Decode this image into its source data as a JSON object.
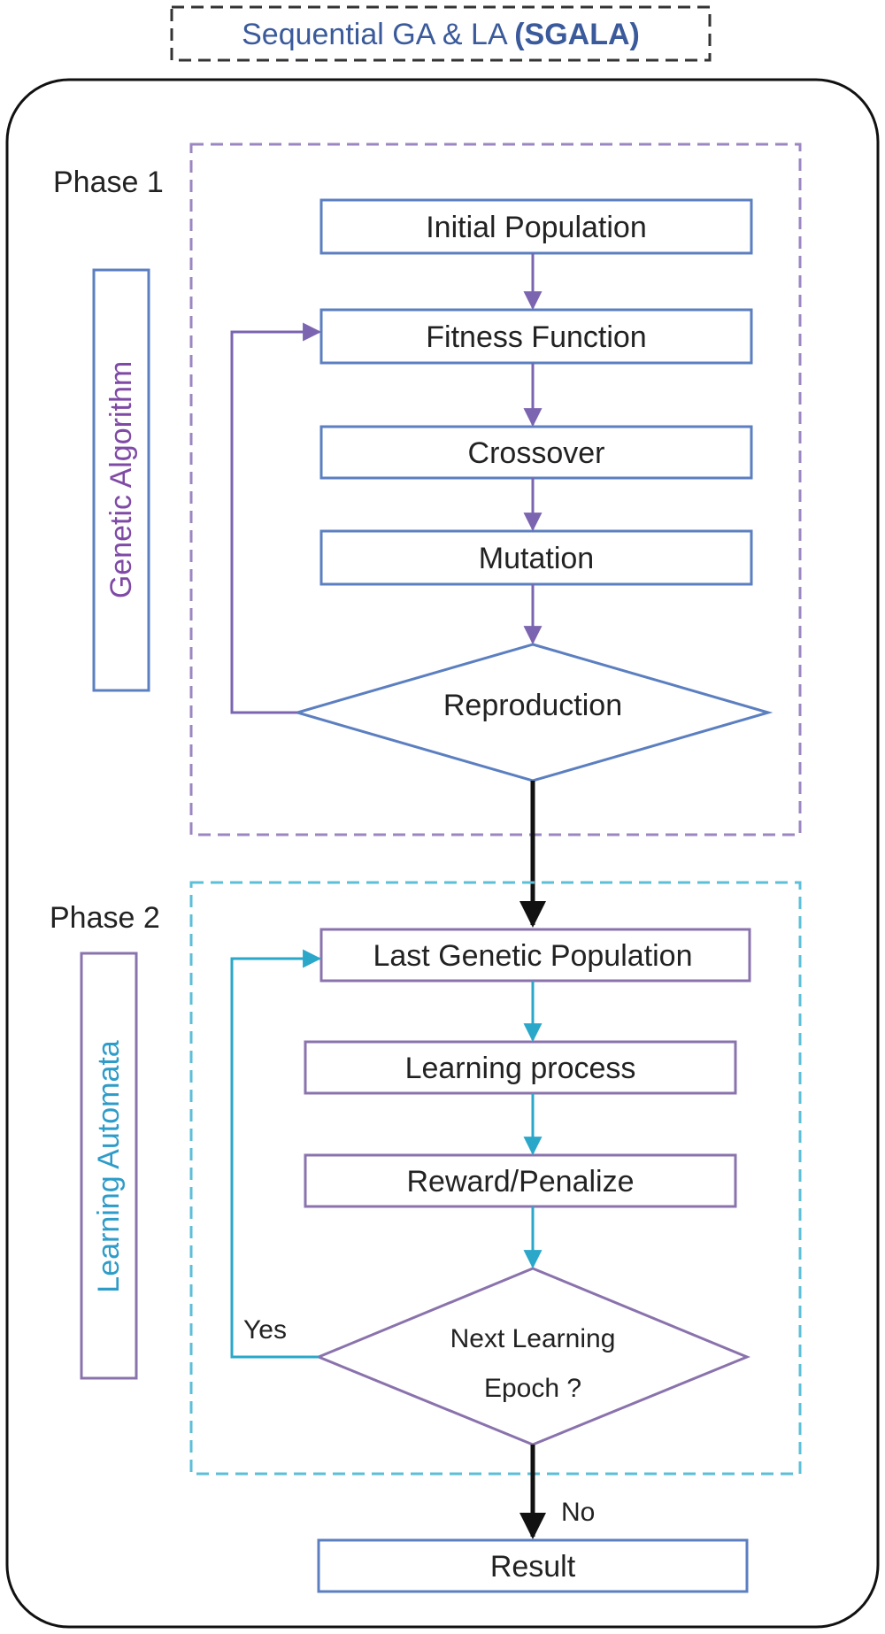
{
  "title": {
    "prefix": "Sequential GA & LA ",
    "acronym": "(SGALA)"
  },
  "phase1": {
    "label": "Phase 1",
    "side_label": "Genetic Algorithm",
    "steps": [
      "Initial Population",
      "Fitness Function",
      "Crossover",
      "Mutation"
    ],
    "decision": "Reproduction"
  },
  "phase2": {
    "label": "Phase 2",
    "side_label": "Learning Automata",
    "steps": [
      "Last Genetic Population",
      "Learning process",
      "Reward/Penalize"
    ],
    "decision_line1": "Next Learning",
    "decision_line2": "Epoch ?",
    "yes_label": "Yes",
    "no_label": "No"
  },
  "result": "Result",
  "colors": {
    "purple": "#7b64b0",
    "box_purple": "#8a73ad",
    "blue_stroke": "#5b7fc0",
    "cyan": "#2aa7c9",
    "title_blue": "#3a5a9b",
    "label_purple": "#7f4aa6",
    "label_cyan": "#2e9cc8",
    "text": "#222222",
    "black": "#111111"
  }
}
